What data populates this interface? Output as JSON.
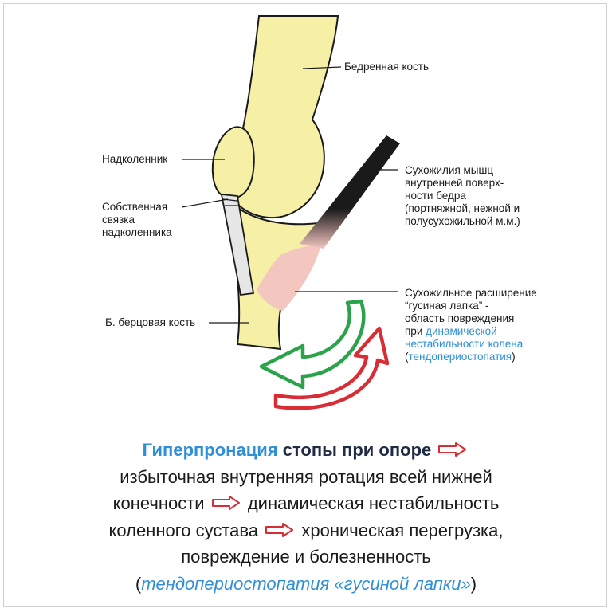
{
  "labels": {
    "femur": "Бедренная кость",
    "patella": "Надколенник",
    "ligament_1": "Собственная",
    "ligament_2": "связка",
    "ligament_3": "надколенника",
    "tibia": "Б. берцовая кость",
    "tendons_1": "Сухожилия мышц",
    "tendons_2": "внутренней поверх-",
    "tendons_3": "ности бедра",
    "tendons_4": "(портняжной, нежной и",
    "tendons_5": "полусухожильной м.м.)",
    "pes_1": "Сухожильное расширение",
    "pes_2": "“гусиная лапка” -",
    "pes_3": "область повреждения",
    "pes_4a": "при ",
    "pes_4b": "динамической",
    "pes_5": "нестабильности колена",
    "pes_6a": "(",
    "pes_6b": "тендопериостопатия",
    "pes_6c": ")"
  },
  "caption": {
    "l1_a": "Гиперпронация",
    "l1_b": " стопы при опоре",
    "l2": "избыточная внутренняя ротация всей нижней",
    "l3_a": "конечности",
    "l3_b": "динамическая нестабильность",
    "l4_a": "коленного сустава",
    "l4_b": "хроническая перегрузка,",
    "l5": "повреждение и болезненность",
    "l6_a": "(",
    "l6_b": "тендопериостопатия  «гусиной лапки»",
    "l6_c": ")"
  },
  "colors": {
    "bone": "#f6f0a6",
    "outline": "#1a1a1a",
    "pes_anserinus": "#f4c6c0",
    "ligament": "#e6e6e6",
    "tendon": "#1a1a1a",
    "arrow_green": "#2aa34a",
    "arrow_red": "#d82d35",
    "accent_blue": "#2f8fd6",
    "caption_arrow": "#d82d35"
  },
  "icons": [
    "rotation-arrow-green-icon",
    "rotation-arrow-red-icon",
    "right-arrow-outline-icon"
  ]
}
